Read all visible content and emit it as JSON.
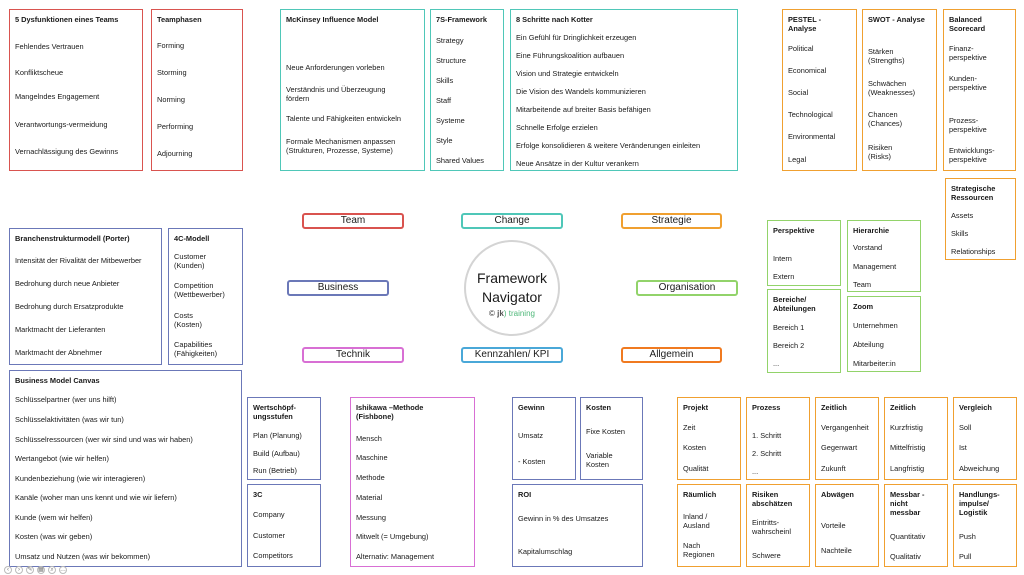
{
  "colors": {
    "red": "#d9534f",
    "teal": "#4fc7b8",
    "orange": "#f0a030",
    "navy": "#6b78b8",
    "green": "#92d36a",
    "magenta": "#d86fd4"
  },
  "center": {
    "line1": "Framework",
    "line2": "Navigator",
    "copyright": "©",
    "brand": "jk",
    "brand_suffix": "training"
  },
  "pills": {
    "team": "Team",
    "change": "Change",
    "strategie": "Strategie",
    "business": "Business",
    "organisation": "Organisation",
    "technik": "Technik",
    "kennzahlen": "Kennzahlen/ KPI",
    "allgemein": "Allgemein"
  },
  "cards": {
    "dysfunktionen": {
      "title": "5 Dysfunktionen eines Teams",
      "items": [
        "Fehlendes Vertrauen",
        "Konfliktscheue",
        "Mangelndes Engagement",
        "Verantwortungs-vermeidung",
        "Vernachlässigung des Gewinns"
      ]
    },
    "teamphasen": {
      "title": "Teamphasen",
      "items": [
        "Forming",
        "Storming",
        "Norming",
        "Performing",
        "Adjourning"
      ]
    },
    "mckinsey": {
      "title": "McKinsey Influence Model",
      "items": [
        "Neue Anforderungen vorleben",
        "Verständnis und Überzeugung\nfördern",
        "Talente und Fähigkeiten entwickeln",
        "Formale Mechanismen anpassen\n(Strukturen, Prozesse, Systeme)"
      ]
    },
    "sevens": {
      "title": "7S-Framework",
      "items": [
        "Strategy",
        "Structure",
        "Skills",
        "Staff",
        "Systeme",
        "Style",
        "Shared Values"
      ]
    },
    "kotter": {
      "title": "8 Schritte nach Kotter",
      "items": [
        "Ein Gefühl für Dringlichkeit erzeugen",
        "Eine Führungskoalition aufbauen",
        "Vision und Strategie entwickeln",
        "Die Vision des Wandels kommunizieren",
        "Mitarbeitende auf breiter Basis befähigen",
        "Schnelle Erfolge erzielen",
        "Erfolge konsolidieren & weitere Veränderungen einleiten",
        "Neue Ansätze in der Kultur verankern"
      ]
    },
    "pestel": {
      "title": "PESTEL -\nAnalyse",
      "items": [
        "Political",
        "Economical",
        "Social",
        "Technological",
        "Environmental",
        "Legal"
      ]
    },
    "swot": {
      "title": "SWOT - Analyse",
      "items": [
        "Stärken\n(Strengths)",
        "Schwächen\n(Weaknesses)",
        "Chancen\n(Chances)",
        "Risiken\n(Risks)"
      ]
    },
    "scorecard": {
      "title": "Balanced\nScorecard",
      "items": [
        "Finanz-\nperspektive",
        "Kunden-\nperspektive",
        "Prozess-\nperspektive",
        "Entwicklungs-\nperspektive"
      ]
    },
    "ressourcen": {
      "title": "Strategische\nRessourcen",
      "items": [
        "Assets",
        "Skills",
        "Relationships"
      ]
    },
    "porter": {
      "title": "Branchenstrukturmodell (Porter)",
      "items": [
        "Intensität der Rivalität der Mitbewerber",
        "Bedrohung durch neue Anbieter",
        "Bedrohung durch Ersatzprodukte",
        "Marktmacht der Lieferanten",
        "Marktmacht der Abnehmer"
      ]
    },
    "vierc": {
      "title": "4C-Modell",
      "items": [
        "Customer\n(Kunden)",
        "Competition\n(Wettbewerber)",
        "Costs\n(Kosten)",
        "Capabilities\n(Fähigkeiten)"
      ]
    },
    "perspektive": {
      "title": "Perspektive",
      "items": [
        "Intern",
        "Extern"
      ]
    },
    "hierarchie": {
      "title": "Hierarchie",
      "items": [
        "Vorstand",
        "Management",
        "Team"
      ]
    },
    "bereiche": {
      "title": "Bereiche/\nAbteilungen",
      "items": [
        "Bereich 1",
        "Bereich 2",
        "..."
      ]
    },
    "zoom": {
      "title": "Zoom",
      "items": [
        "Unternehmen",
        "Abteilung",
        "Mitarbeiter:in"
      ]
    },
    "bmc": {
      "title": "Business Model Canvas",
      "items": [
        "Schlüsselpartner (wer uns hilft)",
        "Schlüsselaktivitäten (was wir tun)",
        "Schlüsselressourcen (wer wir sind und was wir haben)",
        "Wertangebot (wie wir helfen)",
        "Kundenbeziehung (wie wir interagieren)",
        "Kanäle (woher man uns kennt und wie wir liefern)",
        "Kunde (wem wir helfen)",
        "Kosten (was wir geben)",
        "Umsatz und Nutzen (was wir bekommen)"
      ]
    },
    "wertschoepf": {
      "title": "Wertschöpf-\nungsstufen",
      "items": [
        "Plan (Planung)",
        "Build (Aufbau)",
        "Run (Betrieb)"
      ]
    },
    "dreic": {
      "title": "3C",
      "items": [
        "Company",
        "Customer",
        "Competitors"
      ]
    },
    "ishikawa": {
      "title": "Ishikawa –Methode\n(Fishbone)",
      "items": [
        "Mensch",
        "Maschine",
        "Methode",
        "Material",
        "Messung",
        "Mitwelt (= Umgebung)",
        "Alternativ: Management"
      ]
    },
    "gewinn": {
      "title": "Gewinn",
      "items": [
        "Umsatz",
        "- Kosten"
      ]
    },
    "kosten": {
      "title": "Kosten",
      "items": [
        "Fixe Kosten",
        "Variable\nKosten"
      ]
    },
    "roi": {
      "title": "ROI",
      "items": [
        "Gewinn in % des Umsatzes",
        "Kapitalumschlag"
      ]
    },
    "projekt": {
      "title": "Projekt",
      "items": [
        "Zeit",
        "Kosten",
        "Qualität"
      ]
    },
    "prozess": {
      "title": "Prozess",
      "items": [
        "1. Schritt",
        "2. Schritt",
        "..."
      ]
    },
    "zeitlich1": {
      "title": "Zeitlich",
      "items": [
        "Vergangenheit",
        "Gegenwart",
        "Zukunft"
      ]
    },
    "zeitlich2": {
      "title": "Zeitlich",
      "items": [
        "Kurzfristig",
        "Mittelfristig",
        "Langfristig"
      ]
    },
    "vergleich": {
      "title": "Vergleich",
      "items": [
        "Soll",
        "Ist",
        "Abweichung"
      ]
    },
    "raeumlich": {
      "title": "Räumlich",
      "items": [
        "Inland /\nAusland",
        "Nach\nRegionen"
      ]
    },
    "risiken": {
      "title": "Risiken\nabschätzen",
      "items": [
        "Eintritts-\nwahrscheinl",
        "Schwere"
      ]
    },
    "abwaegen": {
      "title": "Abwägen",
      "items": [
        "Vorteile",
        "Nachteile"
      ]
    },
    "messbar": {
      "title": "Messbar -\nnicht\nmessbar",
      "items": [
        "Quantitativ",
        "Qualitativ"
      ]
    },
    "handlung": {
      "title": "Handlungs-\nimpulse/\nLogistik",
      "items": [
        "Push",
        "Pull"
      ]
    }
  }
}
